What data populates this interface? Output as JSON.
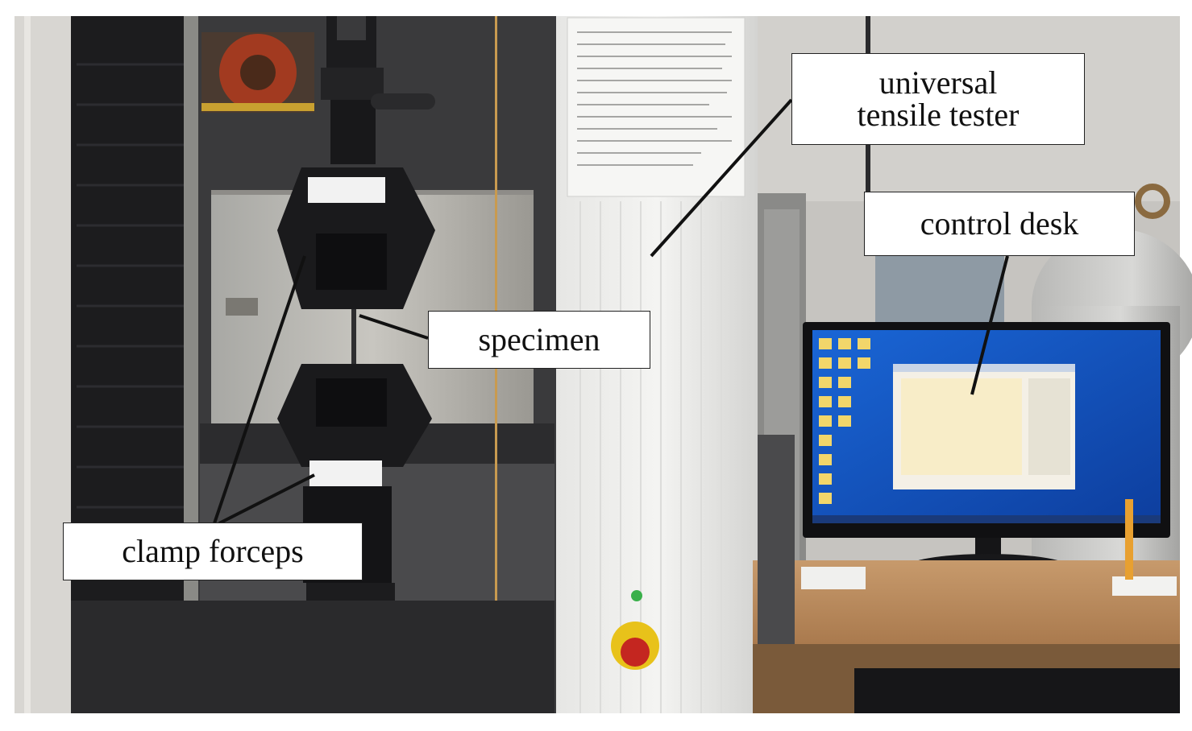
{
  "labels": {
    "universal_line1": "universal",
    "universal_line2": "tensile tester",
    "control_desk": "control desk",
    "specimen": "specimen",
    "clamp_forceps": "clamp forceps"
  }
}
